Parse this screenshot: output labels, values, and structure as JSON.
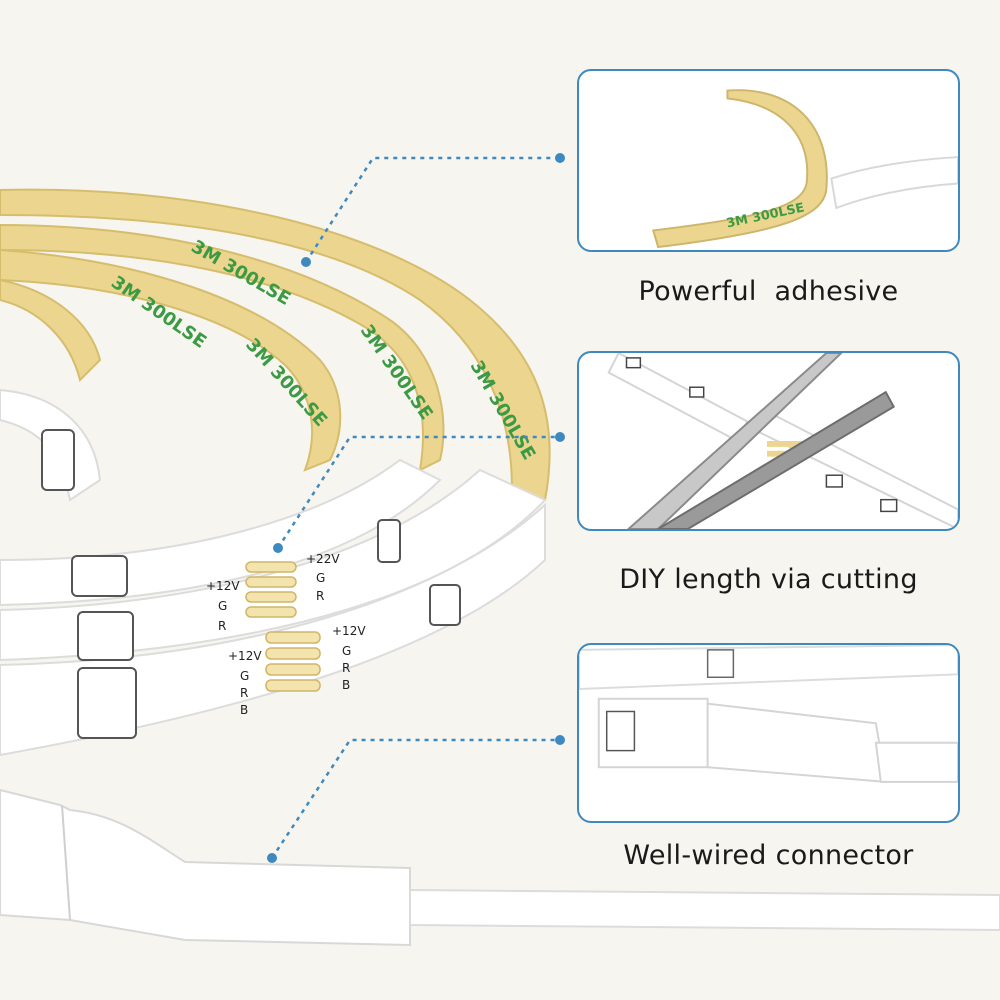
{
  "features": [
    {
      "caption": "Powerful  adhesive",
      "icon": "adhesive-tape-icon"
    },
    {
      "caption": "DIY length via cutting",
      "icon": "scissors-icon"
    },
    {
      "caption": "Well-wired connector",
      "icon": "connector-icon"
    }
  ],
  "tape_print": "3M 300LSE",
  "strip_labels": {
    "v12": "+12V",
    "v22": "+22V",
    "g": "G",
    "r": "R",
    "b": "B"
  },
  "colors": {
    "accent": "#3e89bf",
    "tape": "#ecd68f",
    "tape_print": "#3d9a44",
    "strip": "#ffffff",
    "background": "#f7f5ef"
  }
}
